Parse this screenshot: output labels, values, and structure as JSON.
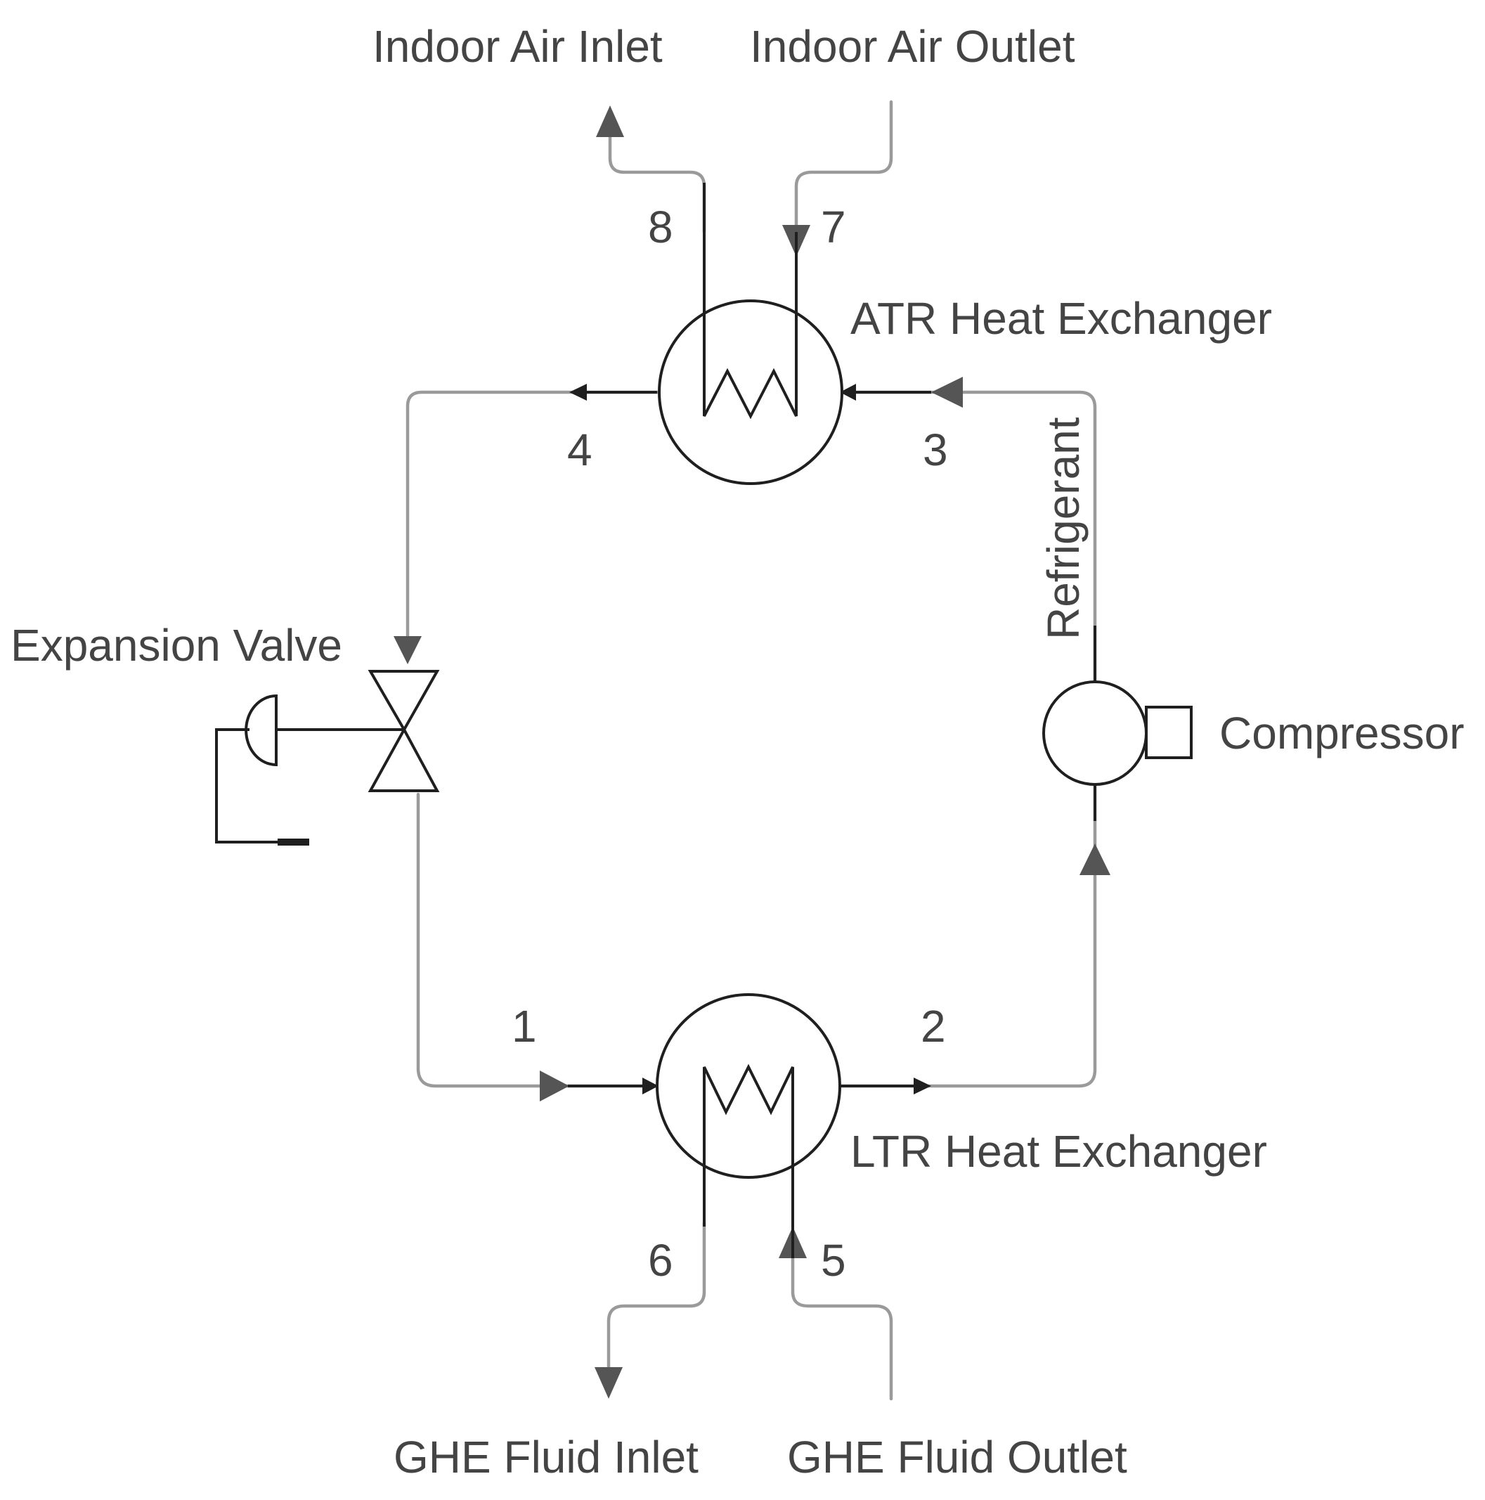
{
  "labels": {
    "indoor_air_inlet": "Indoor Air Inlet",
    "indoor_air_outlet": "Indoor Air Outlet",
    "atr_heat_exchanger": "ATR Heat Exchanger",
    "refrigerant": "Refrigerant",
    "expansion_valve": "Expansion Valve",
    "compressor": "Compressor",
    "ltr_heat_exchanger": "LTR Heat Exchanger",
    "ghe_fluid_inlet": "GHE Fluid Inlet",
    "ghe_fluid_outlet": "GHE Fluid Outlet"
  },
  "state_points": {
    "p1": "1",
    "p2": "2",
    "p3": "3",
    "p4": "4",
    "p5": "5",
    "p6": "6",
    "p7": "7",
    "p8": "8"
  },
  "colors": {
    "pipe": "#9a9a9a",
    "component": "#1f1f1f",
    "arrow": "#555555",
    "text": "#444444"
  }
}
